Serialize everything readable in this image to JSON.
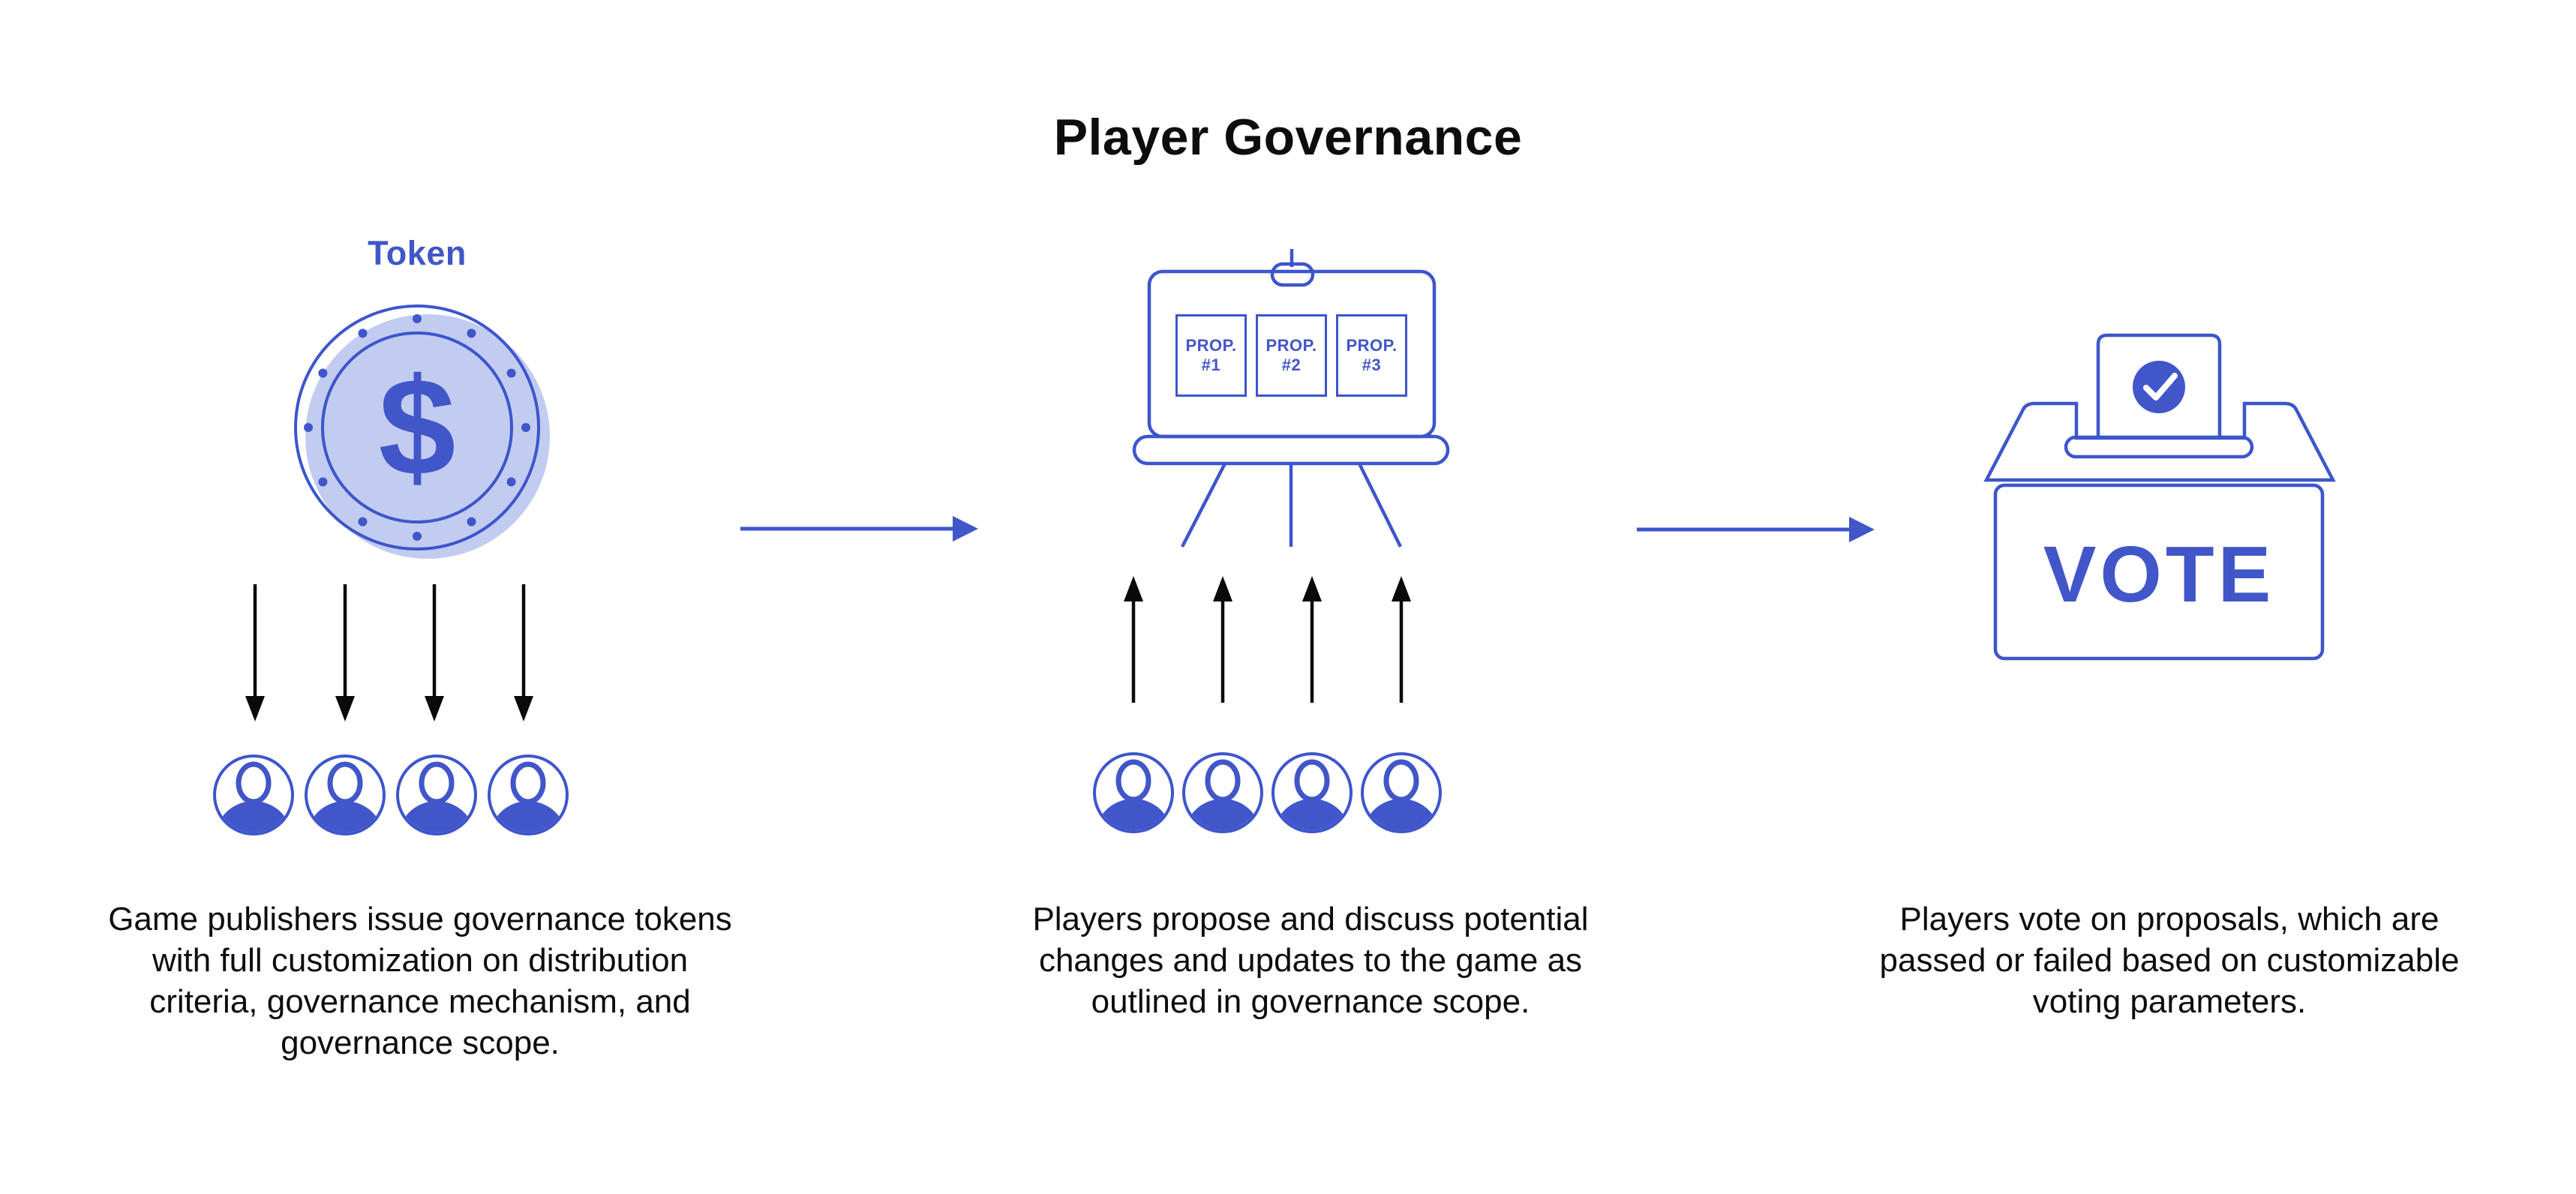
{
  "title": "Player Governance",
  "sections": [
    {
      "name": "token-issuance",
      "icon": "token-coin",
      "label": "Token",
      "coin_symbol": "$",
      "description": "Game publishers issue governance tokens\nwith full customization on distribution\ncriteria, governance mechanism, and\ngovernance scope."
    },
    {
      "name": "proposals",
      "icon": "proposal-board",
      "cards": [
        "PROP.\n#1",
        "PROP.\n#2",
        "PROP.\n#3"
      ],
      "description": "Players propose and discuss potential\nchanges and updates to the game as\noutlined in governance scope."
    },
    {
      "name": "voting",
      "icon": "ballot-box",
      "ballot_label": "VOTE",
      "description": "Players vote on proposals, which are\npassed or failed based on customizable\nvoting parameters."
    }
  ],
  "colors": {
    "accent_blue": "#4156C8",
    "line_blue": "#3D55CC",
    "arrow_black": "#0A0A0A",
    "text_black": "#0D0D0D",
    "fill_light": "#EFF2FB",
    "fill_shade": "#DEE3F6",
    "coin_shadow": "#C2CCF0",
    "background": "#FFFFFF"
  }
}
